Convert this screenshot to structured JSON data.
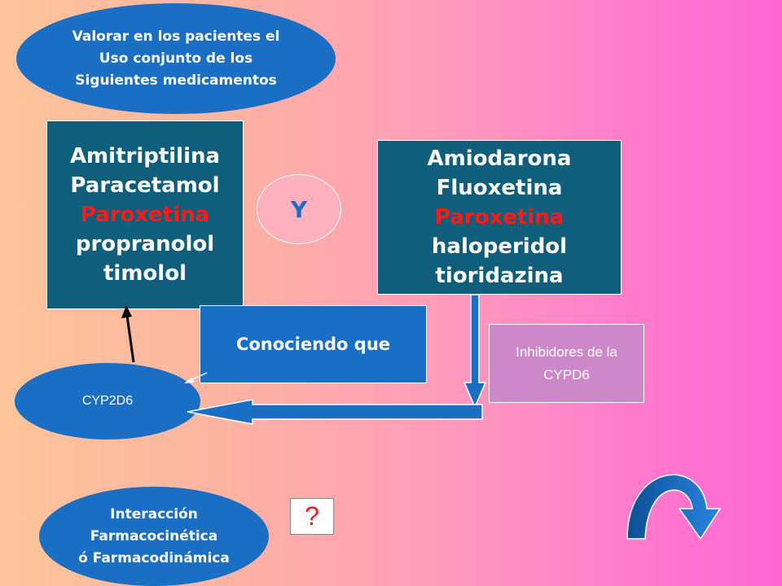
{
  "top_note": {
    "lines": [
      "Valorar en los pacientes el",
      "Uso conjunto de los",
      "Siguientes medicamentos"
    ]
  },
  "left_drugs": [
    {
      "text": "Amitriptilina",
      "highlight": false
    },
    {
      "text": "Paracetamol",
      "highlight": false
    },
    {
      "text": "Paroxetina",
      "highlight": true
    },
    {
      "text": "propranolol",
      "highlight": false
    },
    {
      "text": "timolol",
      "highlight": false
    }
  ],
  "right_drugs": [
    {
      "text": "Amiodarona",
      "highlight": false
    },
    {
      "text": "Fluoxetina",
      "highlight": false
    },
    {
      "text": "Paroxetina",
      "highlight": true
    },
    {
      "text": "haloperidol",
      "highlight": false
    },
    {
      "text": "tioridazina",
      "highlight": false
    }
  ],
  "connector": "Y",
  "conociendo": "Conociendo que",
  "inhibidores": {
    "lines": [
      "Inhibidores de la",
      "CYPD6"
    ]
  },
  "enzyme": "CYP2D6",
  "interaction": {
    "lines": [
      "Interacción",
      "Farmacocinética",
      "ó Farmacodinámica"
    ]
  },
  "question": "?",
  "colors": {
    "ellipse_blue": "#1a6fc4",
    "teal_box": "#0f5f7c",
    "highlight_red": "#ff1a1a",
    "inhibitor_purple": "#cc88c8"
  }
}
